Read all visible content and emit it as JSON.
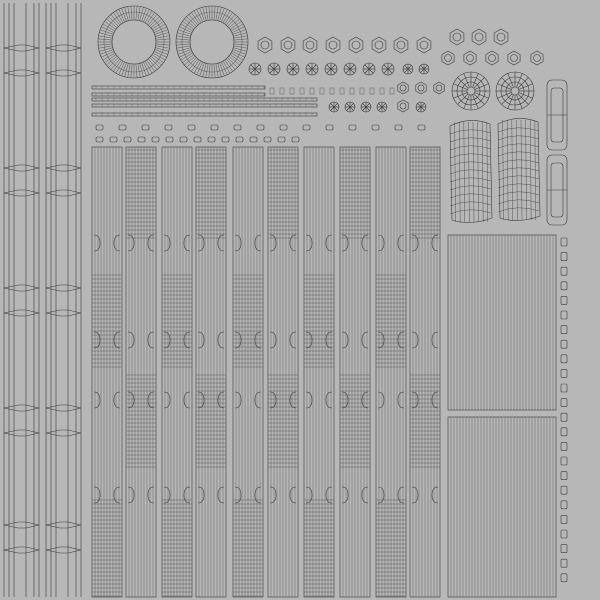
{
  "canvas": {
    "background": "#b7b7b7",
    "line_color": "#3a3a3a",
    "light_line_color": "#6a6a6a"
  },
  "groups": [
    {
      "name": "rail-strips",
      "count": 2
    },
    {
      "name": "tyre-rings",
      "count": 2
    },
    {
      "name": "hex-nuts",
      "count": 20
    },
    {
      "name": "spoke-discs",
      "count": 15
    },
    {
      "name": "thin-bars",
      "count": 5
    },
    {
      "name": "small-caps",
      "count": 30
    },
    {
      "name": "track-strips",
      "count": 10
    },
    {
      "name": "wheel-hubs",
      "count": 2
    },
    {
      "name": "side-pads",
      "count": 2
    },
    {
      "name": "curved-plates",
      "count": 2
    },
    {
      "name": "line-panels",
      "count": 2
    },
    {
      "name": "pin-column",
      "count": 24
    }
  ]
}
